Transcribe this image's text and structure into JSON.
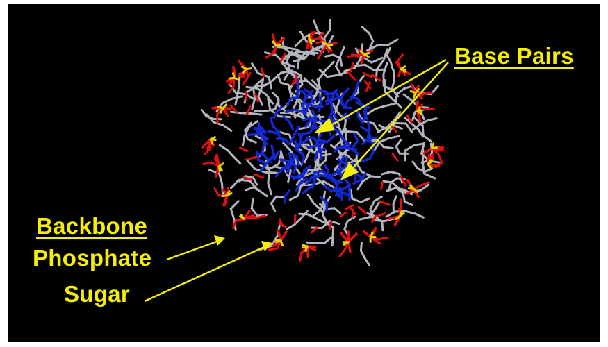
{
  "labels": {
    "base_pairs": "Base Pairs",
    "backbone": "Backbone",
    "phosphate": "Phosphate",
    "sugar": "Sugar"
  },
  "colors": {
    "background": "#000000",
    "label_yellow": "#f5ef00",
    "base_blue": "#1428d2",
    "sugar_gray": "#b4b4be",
    "oxygen_red": "#e01010",
    "phosphorus_yellow": "#e8d200",
    "arrow_yellow": "#f5ef00"
  }
}
